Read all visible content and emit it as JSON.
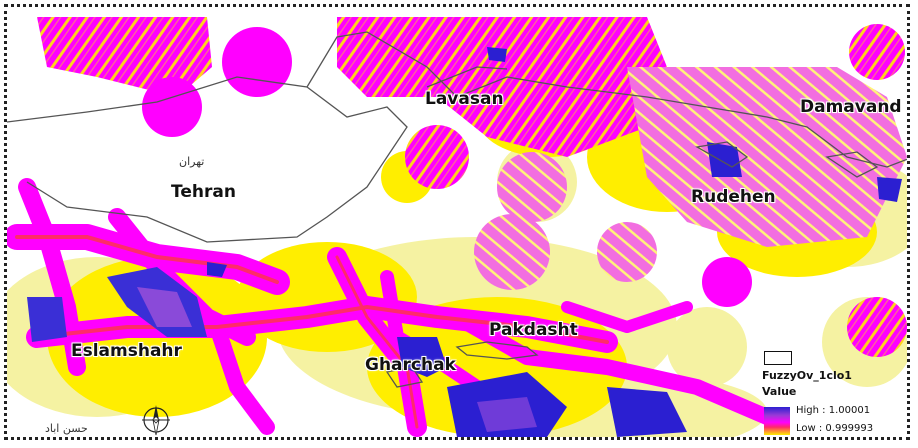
{
  "cities": [
    {
      "id": "lavasan",
      "name": "Lavasan"
    },
    {
      "id": "damavand",
      "name": "Damavand"
    },
    {
      "id": "tehran",
      "name": "Tehran"
    },
    {
      "id": "rudehen",
      "name": "Rudehen"
    },
    {
      "id": "eslamshahr",
      "name": "Eslamshahr"
    },
    {
      "id": "pakdasht",
      "name": "Pakdasht"
    },
    {
      "id": "gharchak",
      "name": "Gharchak"
    }
  ],
  "native_labels": {
    "tehran": "تهران",
    "bottom_left": "حسن اباد"
  },
  "legend": {
    "layer_name": "FuzzyOv_1clo1",
    "value_label": "Value",
    "high_label": "High : 1.00001",
    "low_label": "Low : 0.999993"
  },
  "colors": {
    "high": "#2b1fd1",
    "upper": "#ff00ff",
    "mid": "#ff2a6a",
    "low": "#ffee00",
    "lowest": "#f2f0a8",
    "boundary": "#555555"
  },
  "icons": [
    "north-arrow-icon"
  ]
}
